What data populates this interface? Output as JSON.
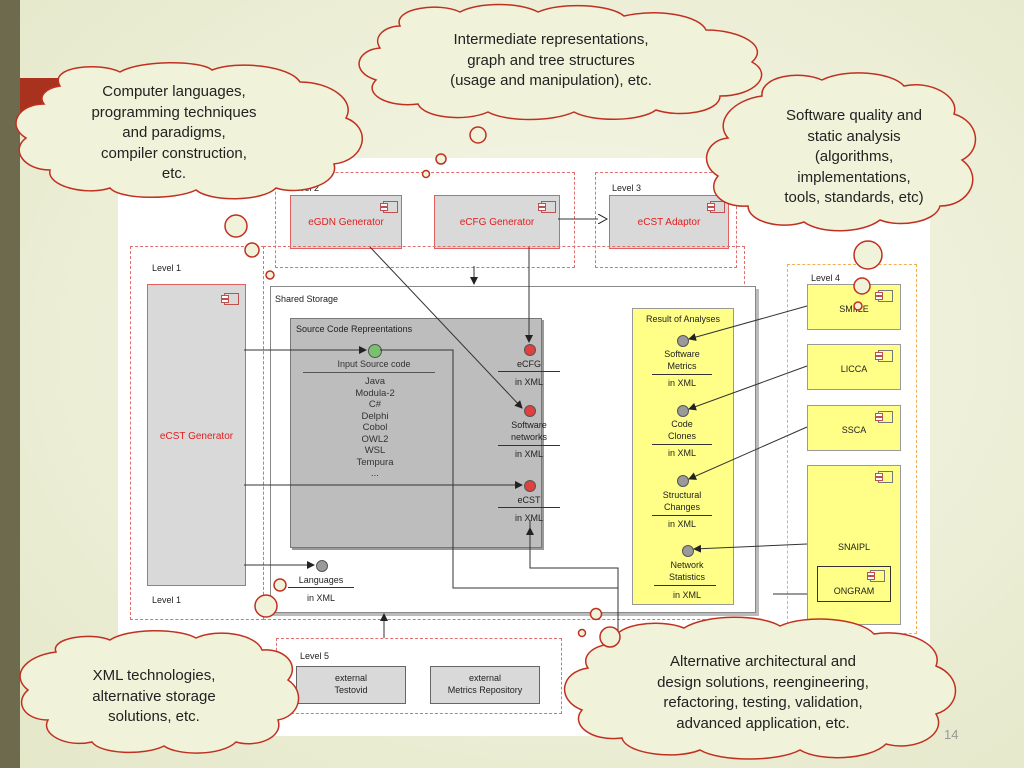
{
  "clouds": {
    "top_center": [
      "Intermediate representations,",
      "graph and tree structures",
      "(usage and manipulation), etc."
    ],
    "top_left": [
      "Computer languages,",
      "programming techniques",
      "and paradigms,",
      "compiler construction,",
      "etc."
    ],
    "right": [
      "Software quality and",
      "static analysis",
      "(algorithms,",
      "implementations,",
      "tools, standards, etc)"
    ],
    "bottom_left": [
      "XML technologies,",
      "alternative storage",
      "solutions, etc."
    ],
    "bottom_right": [
      "Alternative architectural and",
      "design solutions, reengineering,",
      "refactoring, testing, validation,",
      "advanced application, etc."
    ]
  },
  "levels": {
    "level1_top": "Level 1",
    "level1_bottom": "Level 1",
    "level2": "Level 2",
    "level3": "Level 3",
    "level4": "Level 4",
    "level5": "Level 5"
  },
  "generators": {
    "egdn": "eGDN Generator",
    "ecfg": "eCFG Generator",
    "ecst_adaptor": "eCST Adaptor",
    "ecst_generator": "eCST Generator"
  },
  "shared_storage": {
    "title": "Shared Storage",
    "source_code": {
      "title": "Source Code Repreentations",
      "input_label": "Input Source code",
      "languages": [
        "Java",
        "Modula-2",
        "C#",
        "Delphi",
        "Cobol",
        "OWL2",
        "WSL",
        "Tempura",
        "..."
      ]
    },
    "ecfg": {
      "name": "eCFG",
      "format": "in XML"
    },
    "software_networks": {
      "name_line1": "Software",
      "name_line2": "networks",
      "format": "in XML"
    },
    "ecst": {
      "name": "eCST",
      "format": "in XML"
    },
    "languages": {
      "name": "Languages",
      "format": "in XML"
    },
    "results": {
      "title": "Result of Analyses",
      "items": [
        {
          "line1": "Software",
          "line2": "Metrics",
          "format": "in XML"
        },
        {
          "line1": "Code",
          "line2": "Clones",
          "format": "in XML"
        },
        {
          "line1": "Structural",
          "line2": "Changes",
          "format": "in XML"
        },
        {
          "line1": "Network",
          "line2": "Statistics",
          "format": "in XML"
        }
      ]
    }
  },
  "tools": {
    "smiile": "SMIILE",
    "licca": "LICCA",
    "ssca": "SSCA",
    "snaipl": "SNAIPL",
    "ongram": "ONGRAM"
  },
  "external": {
    "testovid": [
      "external",
      "Testovid"
    ],
    "metrics_repo": [
      "external",
      "Metrics Repository"
    ]
  },
  "page_number": "14",
  "colors": {
    "accent_red": "#a8321e",
    "yellow": "#ffff88",
    "generator_text": "#e02020"
  }
}
